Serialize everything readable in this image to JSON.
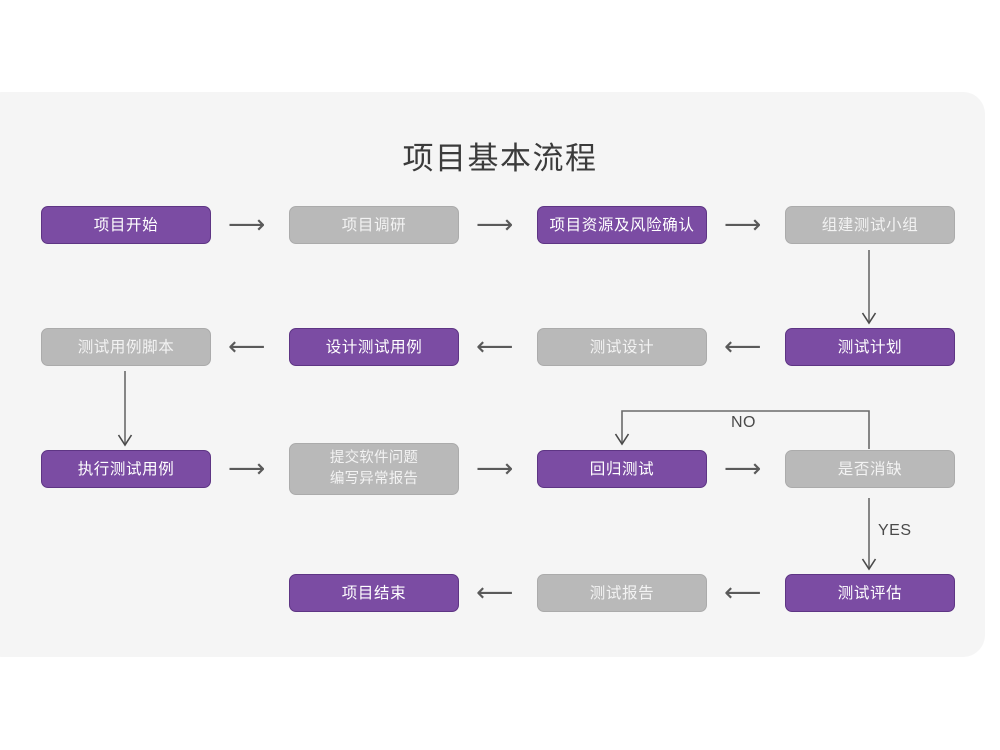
{
  "diagram": {
    "title": "项目基本流程",
    "background_color": "#ffffff",
    "card_color": "#f5f5f5",
    "colors": {
      "active": "#7b4ca3",
      "active_border": "#5e3584",
      "inactive": "#b9b9b9",
      "inactive_border": "#ababab",
      "connector": "#6b6b6b",
      "title_text": "#3b3b3b"
    },
    "rows": [
      {
        "row": 1,
        "nodes": [
          {
            "id": "n1",
            "label": "项目开始",
            "state": "active"
          },
          {
            "id": "n2",
            "label": "项目调研",
            "state": "inactive"
          },
          {
            "id": "n3",
            "label": "项目资源及风险确认",
            "state": "active"
          },
          {
            "id": "n4",
            "label": "组建测试小组",
            "state": "inactive"
          }
        ]
      },
      {
        "row": 2,
        "nodes": [
          {
            "id": "n8",
            "label": "测试用例脚本",
            "state": "inactive"
          },
          {
            "id": "n7",
            "label": "设计测试用例",
            "state": "active"
          },
          {
            "id": "n6",
            "label": "测试设计",
            "state": "inactive"
          },
          {
            "id": "n5",
            "label": "测试计划",
            "state": "active"
          }
        ]
      },
      {
        "row": 3,
        "nodes": [
          {
            "id": "n9",
            "label": "执行测试用例",
            "state": "active"
          },
          {
            "id": "n10",
            "label": "提交软件问题\n编写异常报告",
            "state": "inactive"
          },
          {
            "id": "n11",
            "label": "回归测试",
            "state": "active"
          },
          {
            "id": "n12",
            "label": "是否消缺",
            "state": "inactive"
          }
        ]
      },
      {
        "row": 4,
        "nodes": [
          {
            "id": "n15",
            "label": "项目结束",
            "state": "active"
          },
          {
            "id": "n14",
            "label": "测试报告",
            "state": "inactive"
          },
          {
            "id": "n13",
            "label": "测试评估",
            "state": "active"
          }
        ]
      }
    ],
    "arrows": [
      {
        "id": "a1",
        "glyph": "⟶",
        "direction": "right",
        "from": "n1",
        "to": "n2"
      },
      {
        "id": "a2",
        "glyph": "⟶",
        "direction": "right",
        "from": "n2",
        "to": "n3"
      },
      {
        "id": "a3",
        "glyph": "⟶",
        "direction": "right",
        "from": "n3",
        "to": "n4"
      },
      {
        "id": "a4",
        "glyph": "⟵",
        "direction": "left",
        "from": "n5",
        "to": "n6"
      },
      {
        "id": "a5",
        "glyph": "⟵",
        "direction": "left",
        "from": "n6",
        "to": "n7"
      },
      {
        "id": "a6",
        "glyph": "⟵",
        "direction": "left",
        "from": "n7",
        "to": "n8"
      },
      {
        "id": "a7",
        "glyph": "⟶",
        "direction": "right",
        "from": "n9",
        "to": "n10"
      },
      {
        "id": "a8",
        "glyph": "⟶",
        "direction": "right",
        "from": "n10",
        "to": "n11"
      },
      {
        "id": "a9",
        "glyph": "⟶",
        "direction": "right",
        "from": "n11",
        "to": "n12"
      },
      {
        "id": "a10",
        "glyph": "⟵",
        "direction": "left",
        "from": "n13",
        "to": "n14"
      },
      {
        "id": "a11",
        "glyph": "⟵",
        "direction": "left",
        "from": "n14",
        "to": "n15"
      }
    ],
    "edge_labels": [
      {
        "id": "no-label",
        "text": "NO",
        "from": "n12",
        "to": "n11"
      },
      {
        "id": "yes-label",
        "text": "YES",
        "from": "n12",
        "to": "n13"
      }
    ]
  }
}
